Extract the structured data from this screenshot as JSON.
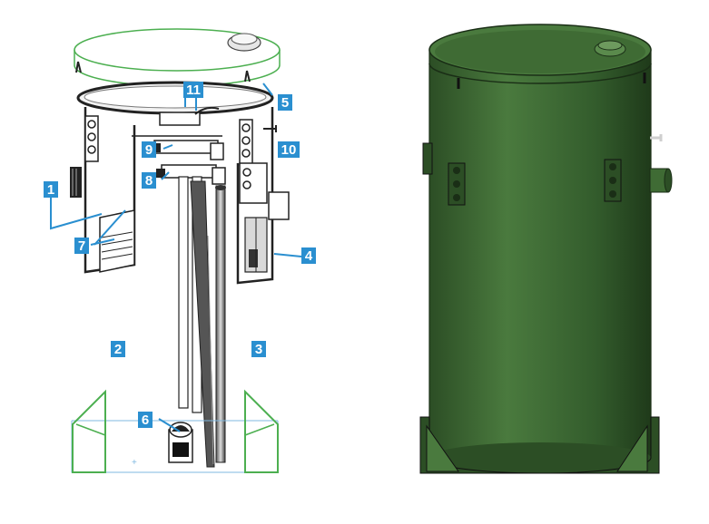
{
  "figure": {
    "callouts": [
      {
        "label": "1"
      },
      {
        "label": "2"
      },
      {
        "label": "3"
      },
      {
        "label": "4"
      },
      {
        "label": "5"
      },
      {
        "label": "6"
      },
      {
        "label": "7"
      },
      {
        "label": "8"
      },
      {
        "label": "9"
      },
      {
        "label": "10"
      },
      {
        "label": "11"
      }
    ]
  },
  "colors": {
    "callout": "#2A8FD0",
    "tank_green": "#3F6B34",
    "tank_dark": "#2C4E25",
    "outline_green": "#4CAF50",
    "outline_blue": "#7FB8E0"
  }
}
